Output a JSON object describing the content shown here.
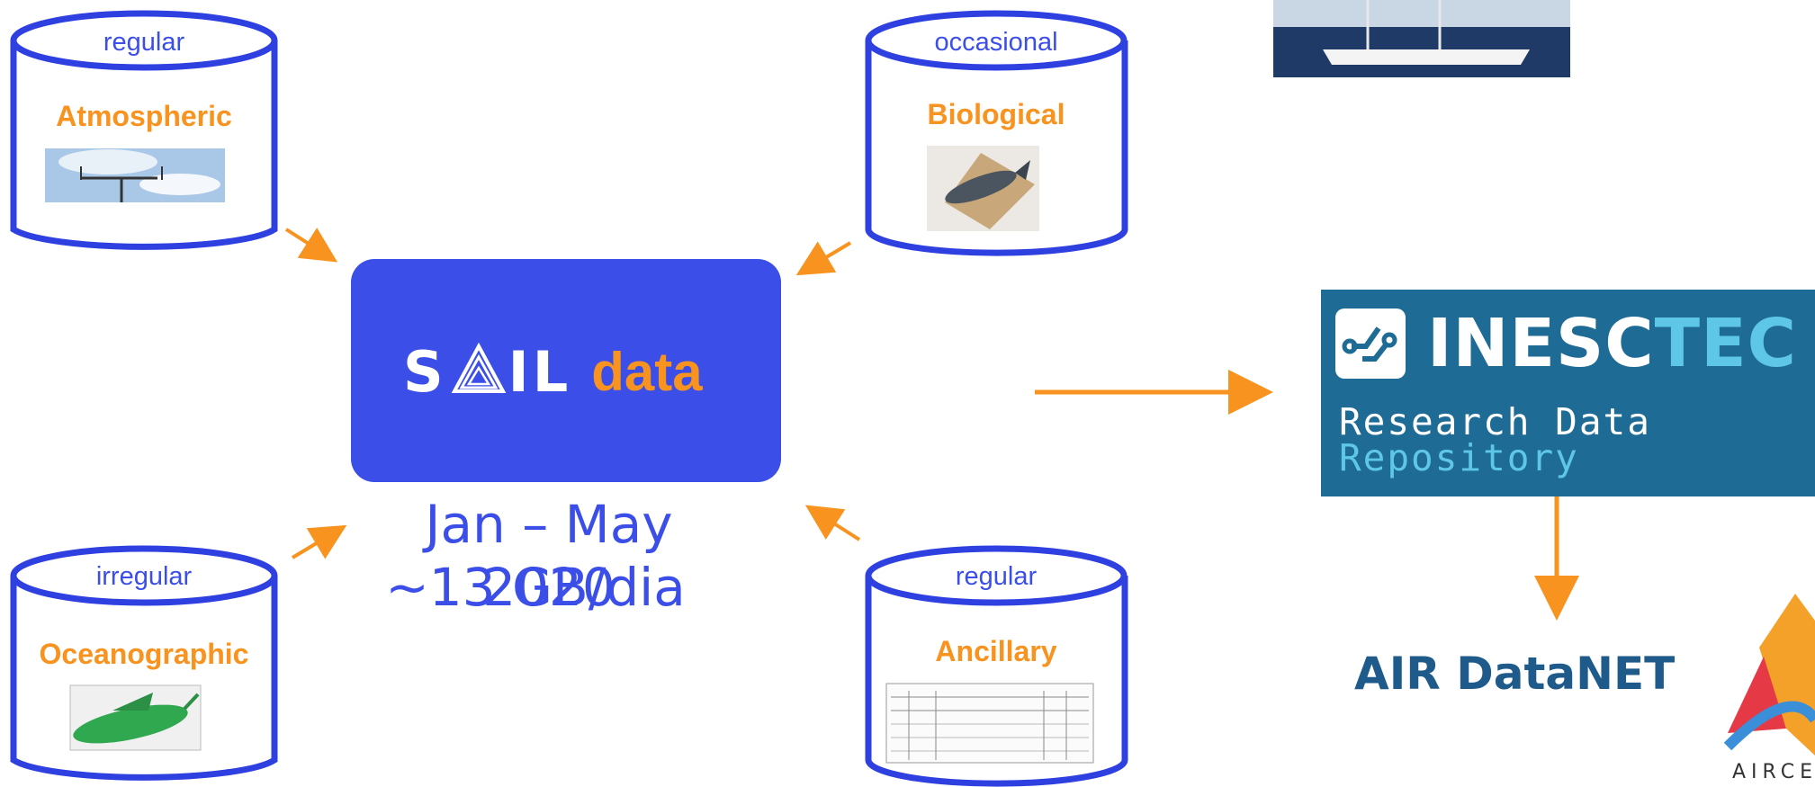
{
  "sources": [
    {
      "frequency": "regular",
      "title": "Atmospheric",
      "image_icon": "weather-station-icon"
    },
    {
      "frequency": "occasional",
      "title": "Biological",
      "image_icon": "fish-icon"
    },
    {
      "frequency": "irregular",
      "title": "Oceanographic",
      "image_icon": "glider-icon"
    },
    {
      "frequency": "regular",
      "title": "Ancillary",
      "image_icon": "log-sheet-icon"
    }
  ],
  "hub": {
    "logo_text": "S",
    "logo_text_2": "IL",
    "data_word": "data",
    "period": "Jan – May 2020",
    "rate": "~13 GB/dia"
  },
  "repository": {
    "name_part1": "INESC",
    "name_part2": "TEC",
    "subtitle_line1": "Research Data",
    "subtitle_line2": "Repository"
  },
  "network": {
    "name": "AIR DataNET",
    "partner_label": "AIRCE"
  },
  "colors": {
    "blue": "#3b4ee8",
    "orange": "#f7931e",
    "repo_bg": "#1e6b96",
    "repo_teal": "#5ec7e8"
  }
}
